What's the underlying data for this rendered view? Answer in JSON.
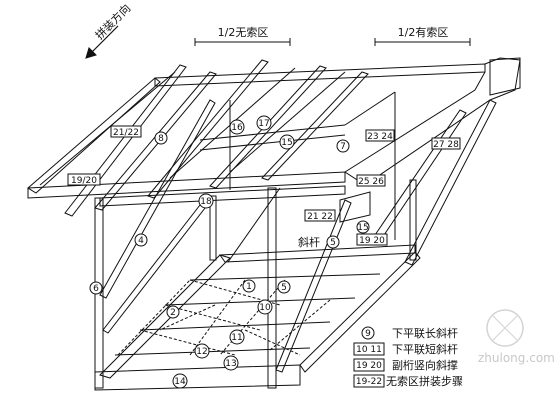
{
  "zones": {
    "left": "1/2无索区",
    "right": "1/2有索区"
  },
  "direction_label": "拼装方向",
  "diagonal_rod_label": "斜杆",
  "diagonal_rod_num": "5",
  "member_labels": {
    "m1": "1",
    "m2": "2",
    "m4": "4",
    "m5": "5",
    "m6": "6",
    "m7": "7",
    "m8": "8",
    "m10": "10",
    "m11": "11",
    "m12": "12",
    "m13": "13",
    "m14": "14",
    "m15a": "15",
    "m15b": "15",
    "m16": "16",
    "m17": "17",
    "m18": "18",
    "m19_20a": "19/20",
    "m19_20b": "19 20",
    "m21_22a": "21/22",
    "m21_22b": "21 22",
    "m23_24": "23 24",
    "m25_26": "25 26",
    "m27_28": "27 28"
  },
  "legend": [
    {
      "nums": "9",
      "text": "下平联长斜杆"
    },
    {
      "nums": "10 11",
      "text": "下平联短斜杆"
    },
    {
      "nums": "19 20",
      "text": "副桁竖向斜撑"
    },
    {
      "nums": "19-22",
      "text": "无索区拼装步骤"
    }
  ],
  "watermark": "zhulong.com"
}
